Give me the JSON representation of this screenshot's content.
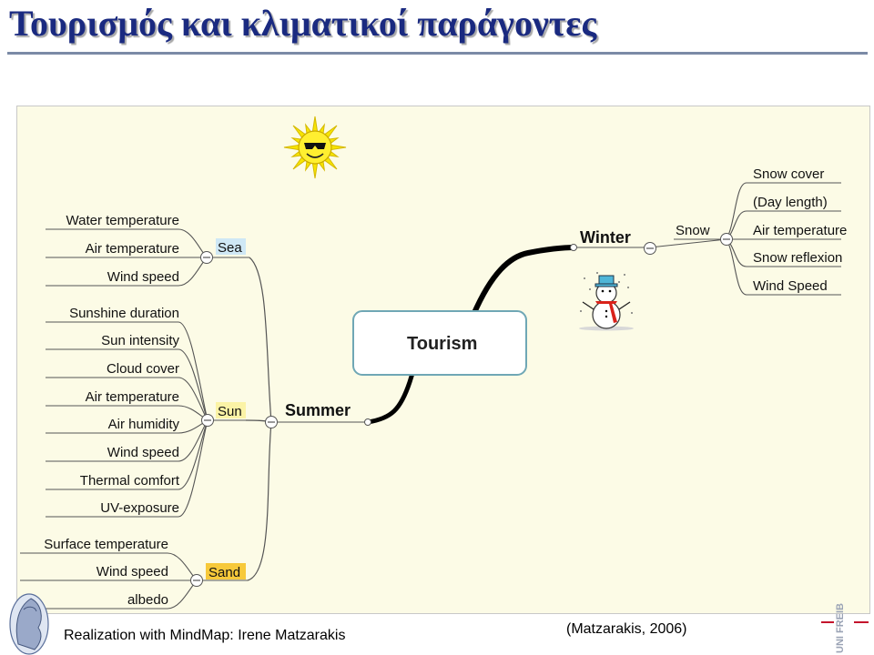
{
  "title": "Τουρισμός και κλιματικοί παράγοντες",
  "center": "Tourism",
  "summer": {
    "label": "Summer",
    "sea": {
      "label": "Sea",
      "items": [
        "Water temperature",
        "Air temperature",
        "Wind speed"
      ]
    },
    "sun": {
      "label": "Sun",
      "items": [
        "Sunshine duration",
        "Sun intensity",
        "Cloud cover",
        "Air temperature",
        "Air humidity",
        "Wind speed",
        "Thermal comfort",
        "UV-exposure"
      ]
    },
    "sand": {
      "label": "Sand",
      "items": [
        "Surface temperature",
        "Wind speed",
        "albedo"
      ]
    }
  },
  "winter": {
    "label": "Winter",
    "snow": {
      "label": "Snow",
      "items": [
        "Snow cover",
        "(Day length)",
        "Air temperature",
        "Snow reflexion",
        "Wind Speed"
      ]
    }
  },
  "credit": "Realization with MindMap: Irene Matzarakis",
  "citation": "(Matzarakis, 2006)",
  "logo_text": "UNI FREIB",
  "colors": {
    "title": "#1a2a80",
    "sea_highlight": "#cfe8f5",
    "sun_highlight": "#fbf3a6",
    "sand_highlight": "#f7c93a",
    "center_border": "#6fa7b5"
  }
}
